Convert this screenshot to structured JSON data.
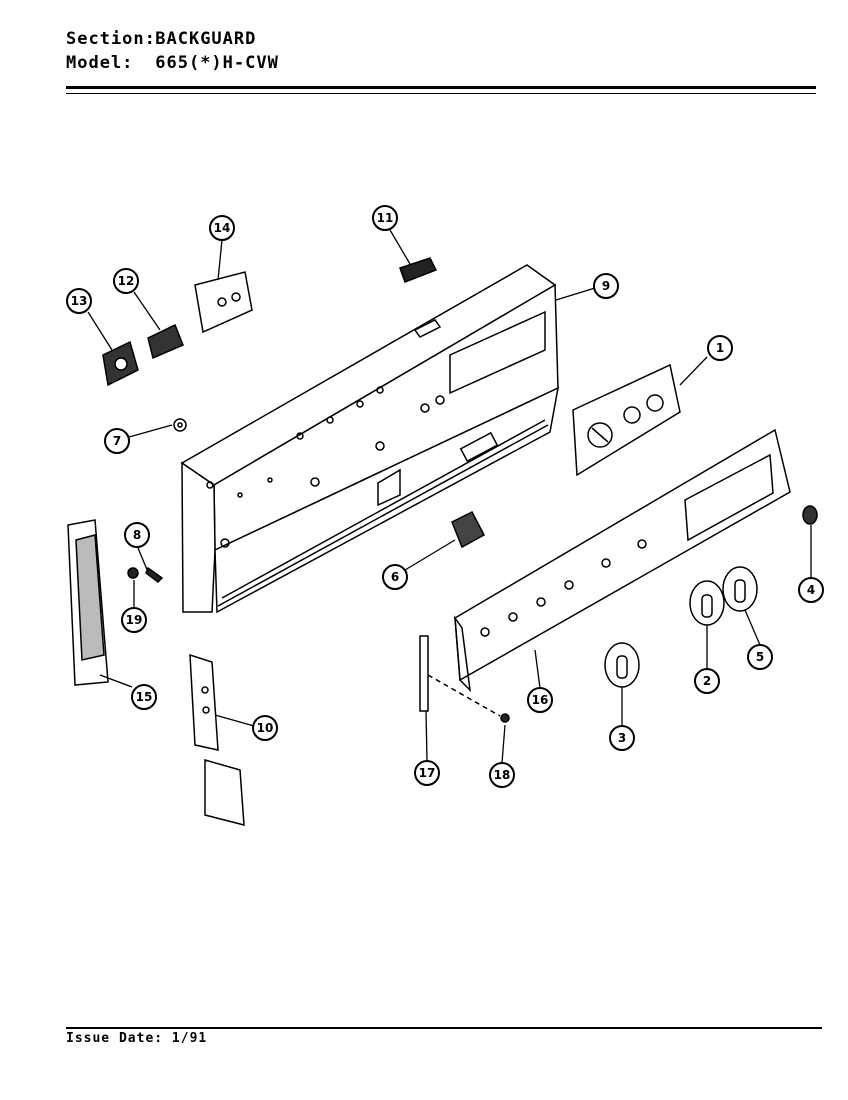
{
  "header": {
    "section_label": "Section:",
    "section_value": "BACKGUARD",
    "model_label": "Model:",
    "model_value": "665(*)H-CVW"
  },
  "footer": {
    "issue_label": "Issue Date:",
    "issue_value": "1/91"
  },
  "callouts": [
    "1",
    "2",
    "3",
    "4",
    "5",
    "6",
    "7",
    "8",
    "9",
    "10",
    "11",
    "12",
    "13",
    "14",
    "15",
    "16",
    "17",
    "18",
    "19"
  ]
}
